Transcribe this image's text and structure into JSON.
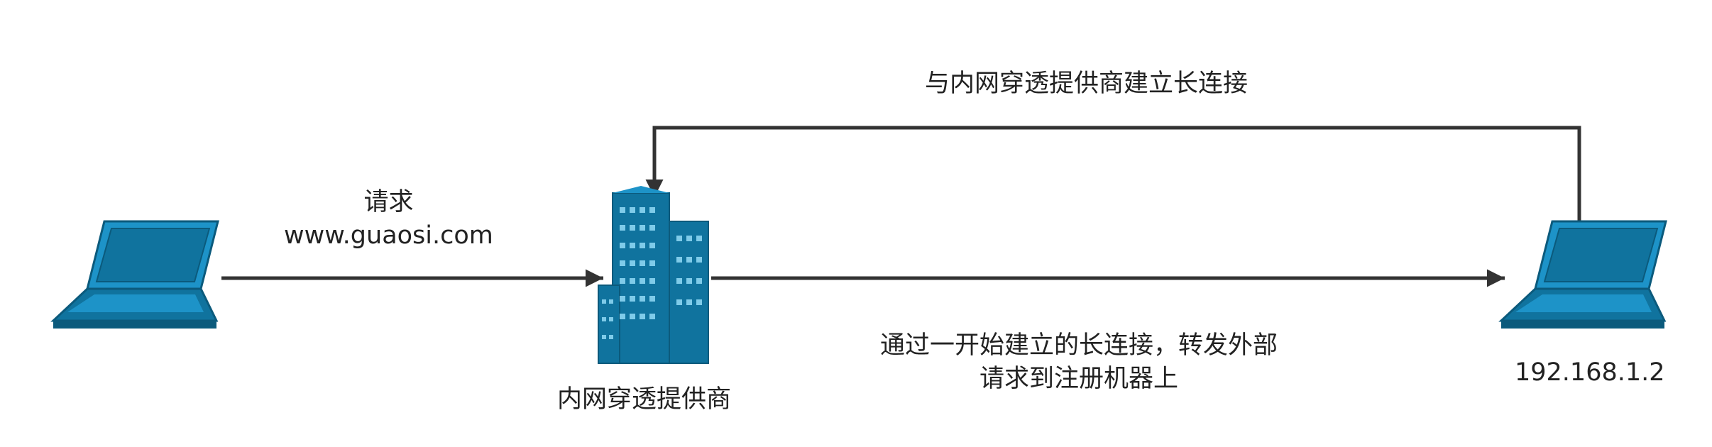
{
  "nodes": {
    "client_icon": "laptop-icon",
    "provider_icon": "office-building-icon",
    "provider_label": "内网穿透提供商",
    "target_icon": "laptop-icon",
    "target_label": "192.168.1.2"
  },
  "edges": {
    "request_line1": "请求",
    "request_line2": "www.guaosi.com",
    "long_connection": "与内网穿透提供商建立长连接",
    "forward_line1": "通过一开始建立的长连接，转发外部",
    "forward_line2": "请求到注册机器上"
  },
  "colors": {
    "icon_fill": "#10739e",
    "icon_light": "#1d93c8",
    "icon_dark": "#0b5a7c",
    "arrow": "#333333"
  }
}
